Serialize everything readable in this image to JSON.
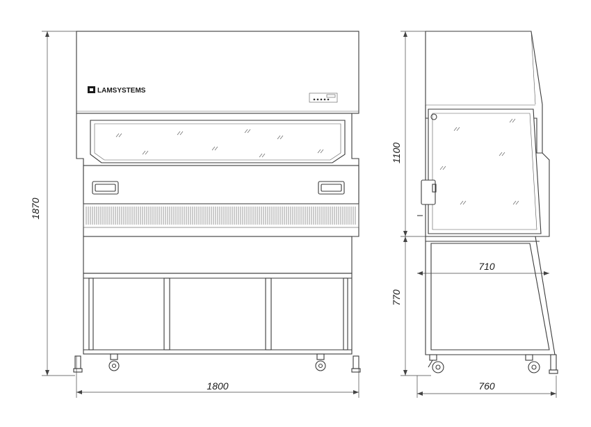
{
  "brand": {
    "name": "LAMSYSTEMS",
    "logo_icon": "lamsystems-logo-icon"
  },
  "dimensions": {
    "total_height": "1870",
    "width": "1800",
    "cabinet_height": "1100",
    "stand_height": "770",
    "stand_depth": "710",
    "total_depth": "760"
  },
  "colors": {
    "line": "#3a3a3a",
    "background": "#ffffff"
  }
}
